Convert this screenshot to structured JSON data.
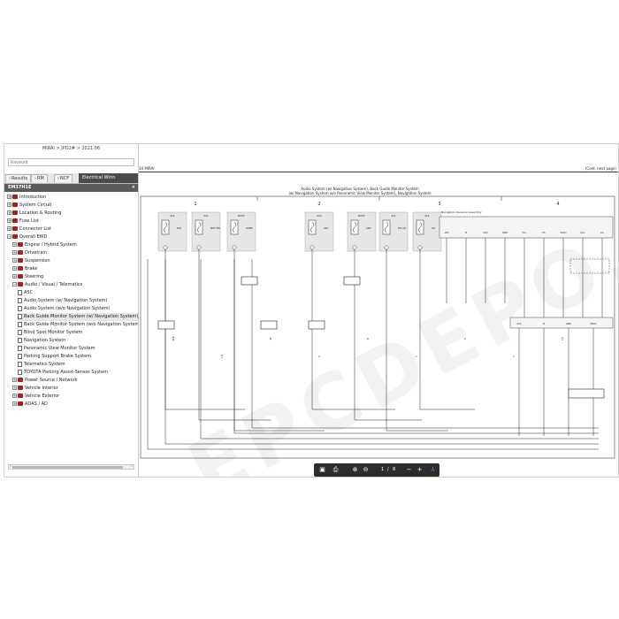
{
  "sidebar": {
    "breadcrumb": "MIRAI > JPD2# > 2021.06",
    "search_placeholder": "Keyword",
    "tabs": [
      {
        "label": "Results"
      },
      {
        "label": "RM"
      },
      {
        "label": "NCF"
      }
    ],
    "active_tab": "Electrical Wirin",
    "panel_title": "EM37H1E",
    "close_glyph": "×",
    "tree": [
      {
        "label": "Introduction",
        "kind": "book",
        "toggle": "+",
        "level": 0
      },
      {
        "label": "System Circuit",
        "kind": "book",
        "toggle": "+",
        "level": 0
      },
      {
        "label": "Location & Routing",
        "kind": "book",
        "toggle": "+",
        "level": 0
      },
      {
        "label": "Fuse List",
        "kind": "book",
        "toggle": "+",
        "level": 0
      },
      {
        "label": "Connector List",
        "kind": "book",
        "toggle": "+",
        "level": 0
      },
      {
        "label": "Overall EWD",
        "kind": "book-open",
        "toggle": "−",
        "level": 0
      },
      {
        "label": "Engine / Hybrid System",
        "kind": "book",
        "toggle": "+",
        "level": 1
      },
      {
        "label": "Drivetrain",
        "kind": "book",
        "toggle": "+",
        "level": 1
      },
      {
        "label": "Suspension",
        "kind": "book",
        "toggle": "+",
        "level": 1
      },
      {
        "label": "Brake",
        "kind": "book",
        "toggle": "+",
        "level": 1
      },
      {
        "label": "Steering",
        "kind": "book",
        "toggle": "+",
        "level": 1
      },
      {
        "label": "Audio / Visual / Telematics",
        "kind": "book-open",
        "toggle": "−",
        "level": 1
      },
      {
        "label": "ASC",
        "kind": "page",
        "level": 2
      },
      {
        "label": "Audio System (w/ Navigation System)",
        "kind": "page",
        "level": 2
      },
      {
        "label": "Audio System (w/o Navigation System)",
        "kind": "page",
        "level": 2
      },
      {
        "label": "Back Guide Monitor System (w/ Navigation System) (",
        "kind": "page",
        "level": 2,
        "selected": true
      },
      {
        "label": "Back Guide Monitor System (w/o Navigation System)",
        "kind": "page",
        "level": 2
      },
      {
        "label": "Blind Spot Monitor System",
        "kind": "page",
        "level": 2
      },
      {
        "label": "Navigation System",
        "kind": "page",
        "level": 2
      },
      {
        "label": "Panoramic View Monitor System",
        "kind": "page",
        "level": 2
      },
      {
        "label": "Parking Support Brake System",
        "kind": "page",
        "level": 2
      },
      {
        "label": "Telematics System",
        "kind": "page",
        "level": 2
      },
      {
        "label": "TOYOTA Parking Assist-Sensor System",
        "kind": "page",
        "level": 2
      },
      {
        "label": "Power Source / Network",
        "kind": "book",
        "toggle": "+",
        "level": 1
      },
      {
        "label": "Vehicle Interior",
        "kind": "book",
        "toggle": "+",
        "level": 1
      },
      {
        "label": "Vehicle Exterior",
        "kind": "book",
        "toggle": "+",
        "level": 1
      },
      {
        "label": "ADAS / AD",
        "kind": "book",
        "toggle": "+",
        "level": 1
      }
    ]
  },
  "document": {
    "header_left": "34  MIRAI",
    "header_right": "(Cont. next page)",
    "title_line1": "Audio System (w/ Navigation System), Back Guide Monitor System",
    "title_line2": "(w/ Navigation System w/o Panoramic View Monitor System), Navigation System",
    "section_numbers": [
      "1",
      "2",
      "3",
      "4"
    ],
    "fuses": [
      {
        "src": "IG1",
        "name": "NAV"
      },
      {
        "src": "IG1",
        "name": "MIR HTR"
      },
      {
        "src": "BATT",
        "name": "DOME"
      },
      {
        "src": "ACC",
        "name": "ACC"
      },
      {
        "src": "BATT",
        "name": "AM2"
      },
      {
        "src": "IG1",
        "name": "ECU-IG"
      },
      {
        "src": "IG1",
        "name": "IG1"
      }
    ],
    "unit_label": "Navigation Receiver Assembly",
    "pins_top": [
      "+B1",
      "B",
      "ACC",
      "GND",
      "TX+",
      "TX-",
      "SHLD",
      "CA+",
      "CA-"
    ],
    "pins_bottom": [
      "ACC",
      "B",
      "GND",
      "SHLD"
    ],
    "wire_labels": [
      "W-B",
      "L-B",
      "W",
      "G",
      "B",
      "Y",
      "R",
      "P",
      "LG"
    ]
  },
  "viewer": {
    "page_current": "1",
    "page_sep": "/",
    "page_total": "8"
  },
  "watermark": "EPCDEPO.COM",
  "colors": {
    "tab_active_bg": "#4b4b4b",
    "panel_head_bg": "#5a5a5a",
    "book_icon": "#a22222",
    "toolbar_bg": "#2d2d2d",
    "pdf_icon": "#5aa0e6"
  }
}
